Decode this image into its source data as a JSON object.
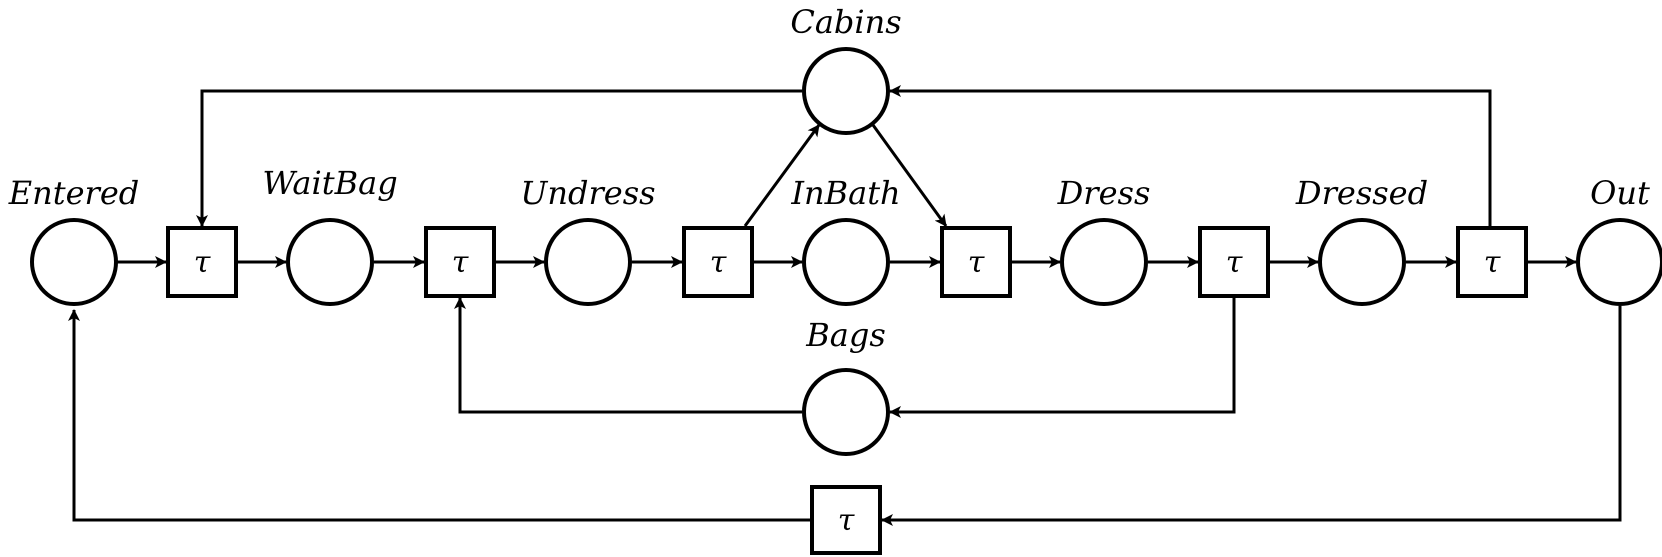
{
  "diagram": {
    "places": {
      "entered": "Entered",
      "waitbag": "WaitBag",
      "undress": "Undress",
      "inbath": "InBath",
      "dress": "Dress",
      "dressed": "Dressed",
      "out": "Out",
      "cabins": "Cabins",
      "bags": "Bags"
    },
    "transitions": {
      "t1": "τ",
      "t2": "τ",
      "t3": "τ",
      "t4": "τ",
      "t5": "τ",
      "t6": "τ",
      "t_return": "τ"
    },
    "colors": {
      "stroke": "#000000",
      "fill": "#ffffff"
    }
  }
}
